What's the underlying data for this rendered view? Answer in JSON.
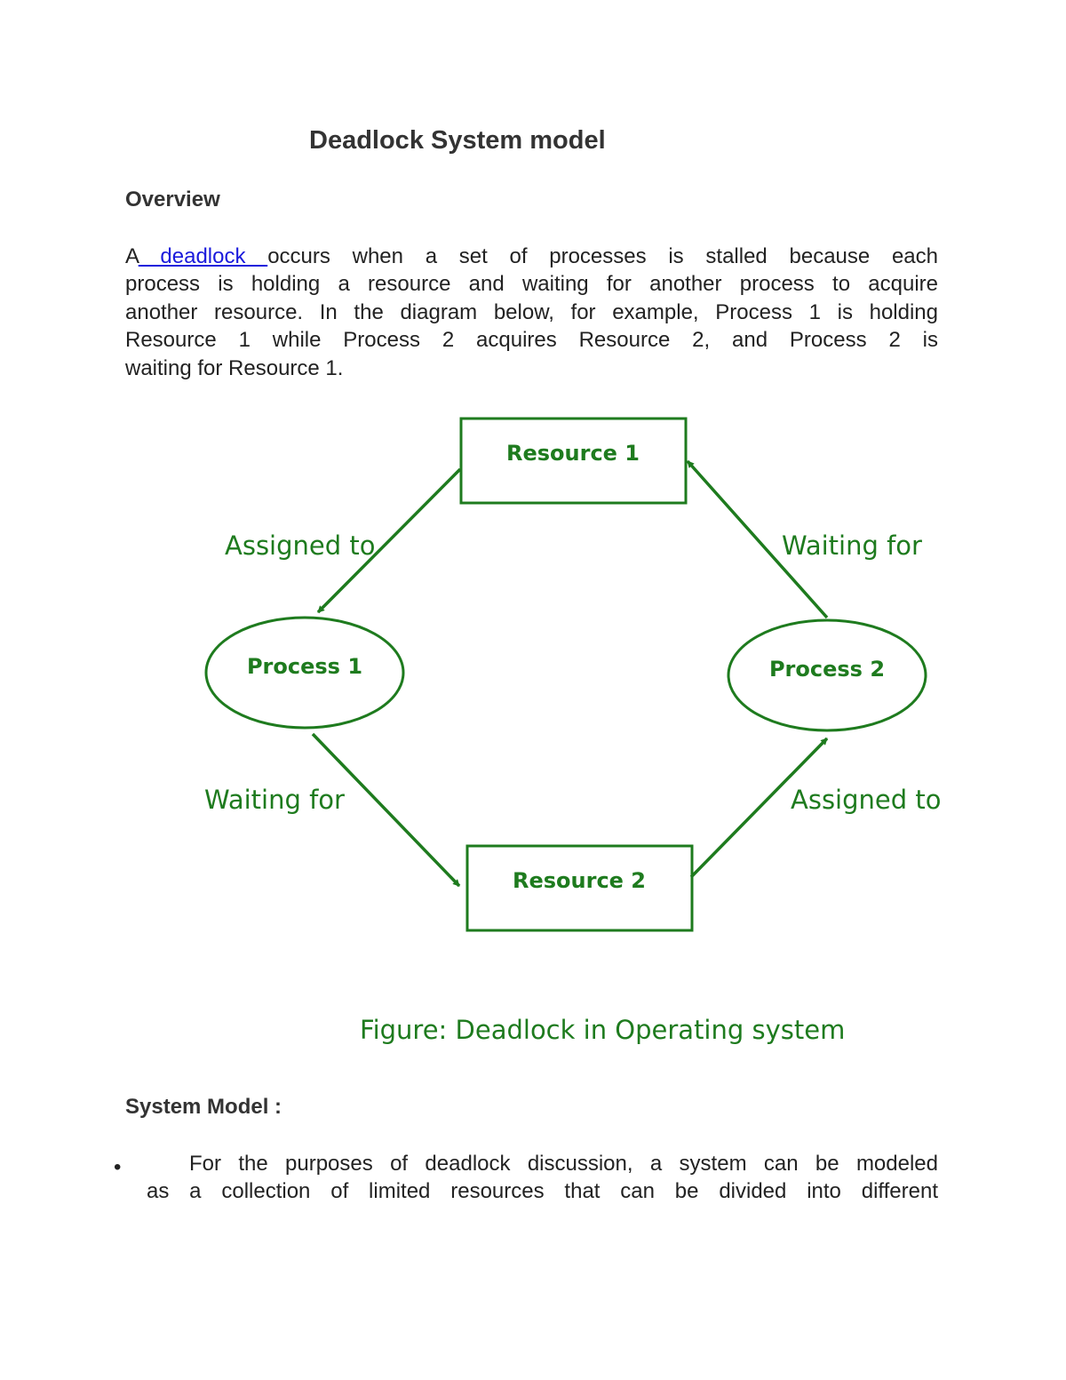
{
  "title": "Deadlock System model",
  "overview_heading": "Overview",
  "paragraph": {
    "line1_prefix": "A",
    "link_text": " deadlock ",
    "line1_rest": "occurs when a set of processes is stalled because each",
    "line2": "process is holding a resource and waiting for another process to acquire",
    "line3": "another resource. In the diagram below, for example, Process 1 is holding",
    "line4": "Resource 1 while Process 2 acquires Resource 2, and Process 2 is",
    "line5": "waiting for Resource 1."
  },
  "diagram": {
    "resource1": "Resource 1",
    "resource2": "Resource 2",
    "process1": "Process 1",
    "process2": "Process 2",
    "label_r1_p1": "Assigned to",
    "label_p2_r1": "Waiting for",
    "label_p1_r2": "Waiting for",
    "label_r2_p2": "Assigned to",
    "caption": "Figure: Deadlock in Operating system",
    "color": "#1e7b1e"
  },
  "system_model_heading": "System Model :",
  "bullet": {
    "symbol": "•",
    "line1": "For the purposes of deadlock discussion, a system can be modeled",
    "line2": "as a collection of limited resources that can be divided into different"
  }
}
